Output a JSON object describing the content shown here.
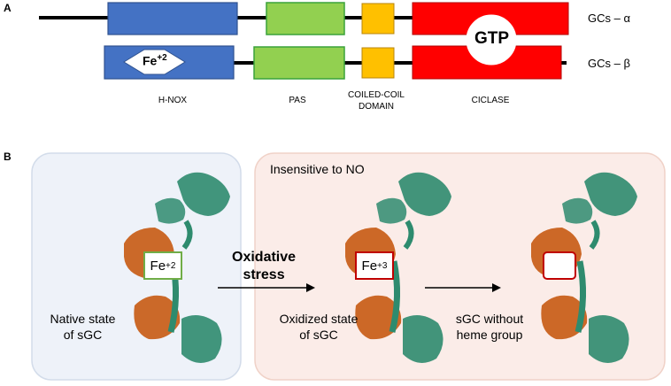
{
  "panel_a": {
    "letter": "A",
    "tracks": [
      {
        "label": "GCs – α"
      },
      {
        "label": "GCs – β"
      }
    ],
    "domains": [
      "H-NOX",
      "PAS",
      "COILED-COIL\nDOMAIN",
      "CICLASE"
    ],
    "gtp_label": "GTP",
    "fe_beta": {
      "base": "Fe",
      "sup": "+2"
    },
    "colors": {
      "hnox": "#4472c4",
      "pas": "#92d050",
      "coil": "#ffc000",
      "ciclase": "#ff0000"
    }
  },
  "panel_b": {
    "letter": "B",
    "insensitive_label": "Insensitive to NO",
    "native_label": "Native state\nof sGC",
    "oxidative_label": "Oxidative\nstress",
    "oxidized_label": "Oxidized state\nof sGC",
    "without_heme_label": "sGC without\nheme group",
    "fe_native": {
      "base": "Fe",
      "sup": "+2"
    },
    "fe_oxidized": {
      "base": "Fe",
      "sup": "+3"
    },
    "colors": {
      "native_box": "#eef2f9",
      "insensitive_box": "#fbece8",
      "protein_green": "#2e8b6e",
      "protein_orange": "#c65a12"
    }
  }
}
